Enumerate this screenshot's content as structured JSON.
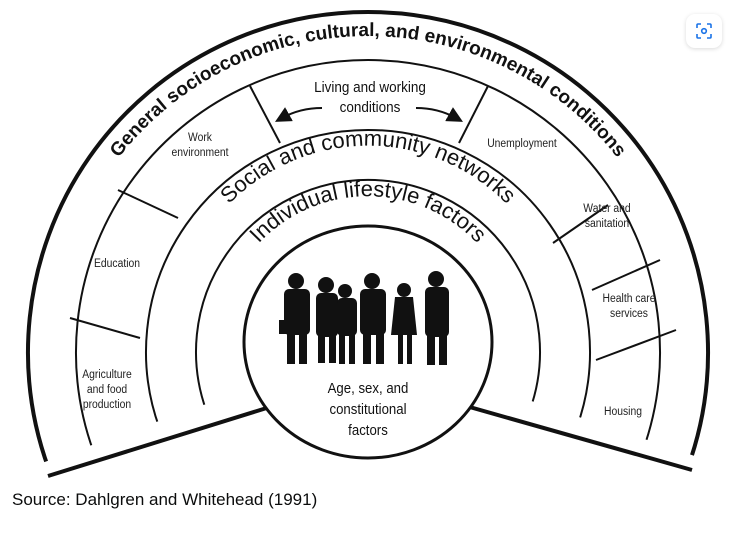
{
  "diagram": {
    "outer_title": "General socioeconomic, cultural, and environmental conditions",
    "living_working": "Living and working conditions",
    "social": "Social and community networks",
    "individual": "Individual lifestyle factors",
    "core": "Age, sex, and constitutional factors",
    "sectors": {
      "work_environment": "Work environment",
      "education": "Education",
      "agriculture": "Agriculture and food production",
      "unemployment": "Unemployment",
      "water": "Water and sanitation",
      "health_care": "Health care services",
      "housing": "Housing"
    },
    "line_color": "#111111"
  },
  "caption": "Source: Dahlgren and Whitehead (1991)",
  "lens_button": {
    "icon": "visual-search-icon",
    "color": "#1a73e8"
  }
}
